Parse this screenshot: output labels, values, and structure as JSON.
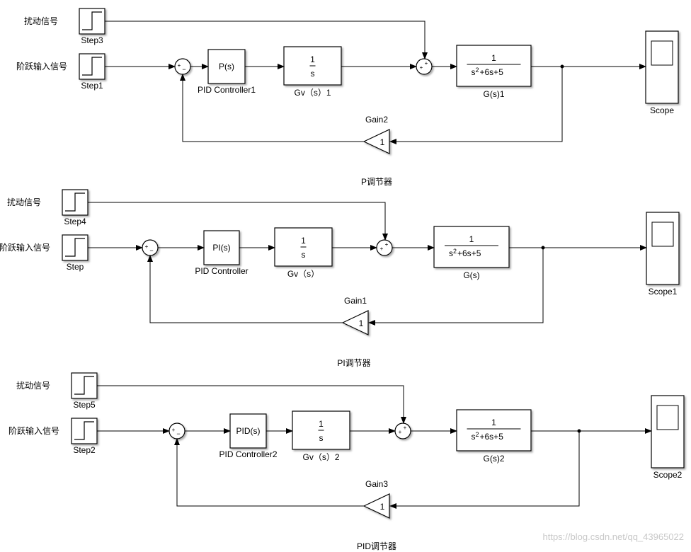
{
  "models": [
    {
      "disturbance_label": "扰动信号",
      "disturbance_step": "Step3",
      "input_label": "阶跃输入信号",
      "input_step": "Step1",
      "controller_text": "P(s)",
      "controller_name": "PID Controller1",
      "plant_gv_num": "1",
      "plant_gv_den": "s",
      "plant_gv_name": "Gv（s）1",
      "plant_g_num": "1",
      "plant_g_den_s": "s",
      "plant_g_den_exp": "2",
      "plant_g_den_rest": "+6s+5",
      "plant_g_name": "G(s)1",
      "scope_name": "Scope",
      "gain_value": "1",
      "gain_name": "Gain2",
      "caption": "P调节器",
      "sum1_signs": [
        "+",
        "−"
      ],
      "sum2_signs": [
        "+",
        "+"
      ]
    },
    {
      "disturbance_label": "扰动信号",
      "disturbance_step": "Step4",
      "input_label": "阶跃输入信号",
      "input_step": "Step",
      "controller_text": "PI(s)",
      "controller_name": "PID Controller",
      "plant_gv_num": "1",
      "plant_gv_den": "s",
      "plant_gv_name": "Gv（s）",
      "plant_g_num": "1",
      "plant_g_den_s": "s",
      "plant_g_den_exp": "2",
      "plant_g_den_rest": "+6s+5",
      "plant_g_name": "G(s)",
      "scope_name": "Scope1",
      "gain_value": "1",
      "gain_name": "Gain1",
      "caption": "PI调节器",
      "sum1_signs": [
        "+",
        "−"
      ],
      "sum2_signs": [
        "+",
        "+"
      ]
    },
    {
      "disturbance_label": "扰动信号",
      "disturbance_step": "Step5",
      "input_label": "阶跃输入信号",
      "input_step": "Step2",
      "controller_text": "PID(s)",
      "controller_name": "PID Controller2",
      "plant_gv_num": "1",
      "plant_gv_den": "s",
      "plant_gv_name": "Gv（s）2",
      "plant_g_num": "1",
      "plant_g_den_s": "s",
      "plant_g_den_exp": "2",
      "plant_g_den_rest": "+6s+5",
      "plant_g_name": "G(s)2",
      "scope_name": "Scope2",
      "gain_value": "1",
      "gain_name": "Gain3",
      "caption": "PID调节器",
      "sum1_signs": [
        "+",
        "−"
      ],
      "sum2_signs": [
        "+",
        "+"
      ]
    }
  ],
  "watermark": "https://blog.csdn.net/qq_43965022"
}
